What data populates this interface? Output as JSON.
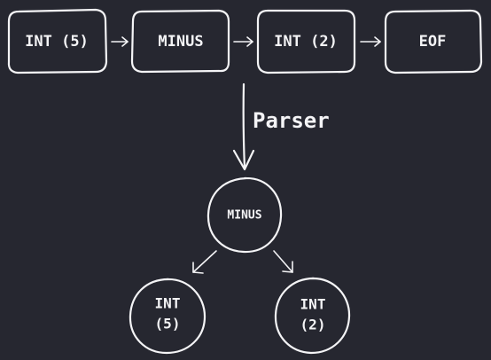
{
  "diagram": {
    "tokens": [
      "INT (5)",
      "MINUS",
      "INT (2)",
      "EOF"
    ],
    "edge_label": "Parser",
    "tree": {
      "root": "MINUS",
      "left": [
        "INT",
        "(5)"
      ],
      "right": [
        "INT",
        "(2)"
      ]
    }
  },
  "colors": {
    "background": "#262730",
    "stroke": "#f4f4f6"
  }
}
